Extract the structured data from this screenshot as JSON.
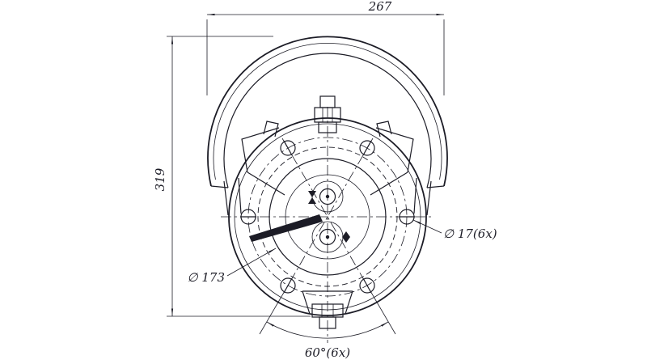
{
  "diagram": {
    "background": "#ffffff",
    "line_color": "#1c1c26",
    "labels": {
      "overall_width": "267",
      "overall_height": "319",
      "pitch_diameter": "∅ 173",
      "bolt_hole_diameter": "∅ 17(6x)",
      "bolt_spacing_angle": "60°(6x)"
    }
  }
}
